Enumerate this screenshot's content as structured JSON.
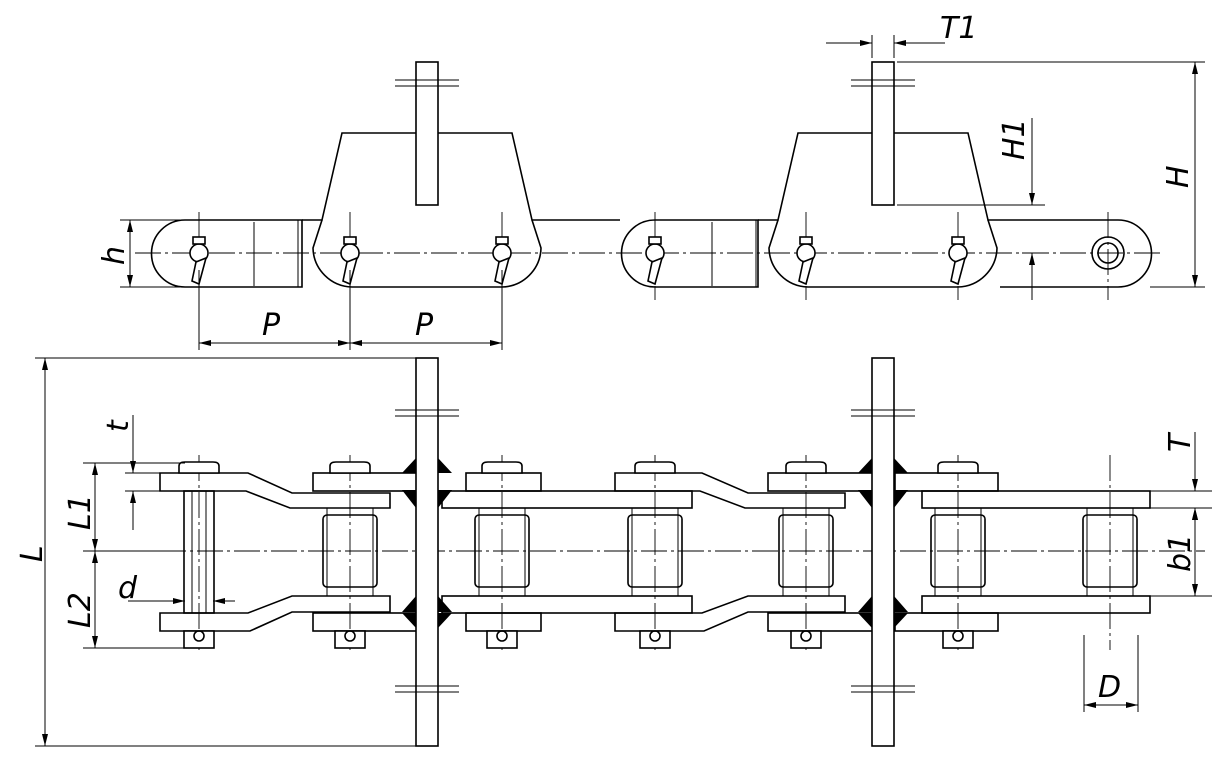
{
  "labels": {
    "T1": "T1",
    "H1": "H1",
    "H": "H",
    "h": "h",
    "P_left": "P",
    "P_right": "P",
    "L": "L",
    "t": "t",
    "T": "T",
    "L1": "L1",
    "L2": "L2",
    "d": "d",
    "b1": "b1",
    "D": "D"
  },
  "colors": {
    "line": "#000000",
    "background": "#ffffff"
  }
}
